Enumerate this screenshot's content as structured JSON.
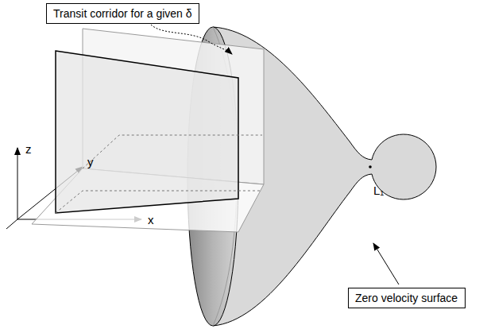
{
  "diagram": {
    "nodes": [
      {
        "text": [
          "Transit corridor for a given δ"
        ]
      },
      {
        "text": [
          "Zero velocity surface"
        ]
      }
    ],
    "labels": [
      "z",
      "y",
      "x",
      "L₁"
    ]
  }
}
